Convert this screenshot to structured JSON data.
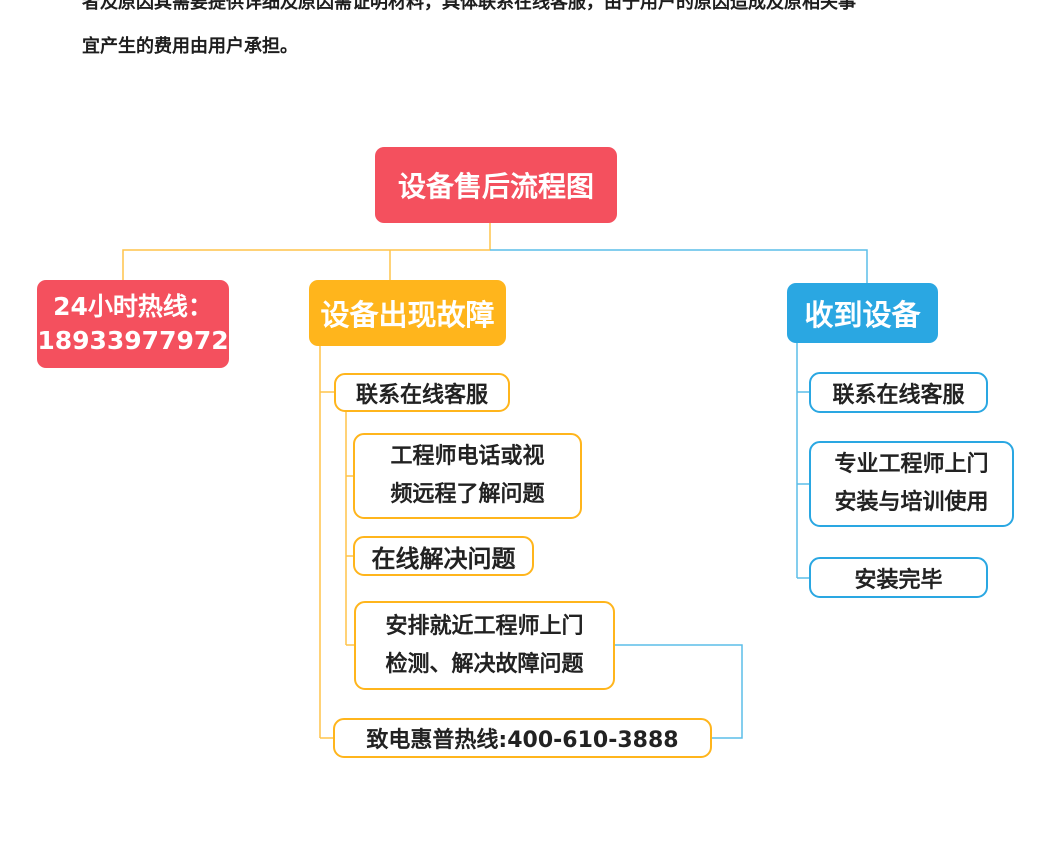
{
  "intro": {
    "line1": "者及原因其需要提供详细及原因需证明材料，具体联系在线客服，由于用户的原因造成及原相关事",
    "line2": "宜产生的费用由用户承担。"
  },
  "diagram": {
    "title": "设备售后流程图",
    "hotline": {
      "line1": "24小时热线：",
      "line2": "18933977972"
    },
    "fault": {
      "label": "设备出现故障",
      "contact": "联系在线客服",
      "engineer_remote": {
        "line1": "工程师电话或视",
        "line2": "频远程了解问题"
      },
      "online_solve": "在线解决问题",
      "onsite": {
        "line1": "安排就近工程师上门",
        "line2": "检测、解决故障问题"
      },
      "hp_hotline": "致电惠普热线:400-610-3888"
    },
    "received": {
      "label": "收到设备",
      "contact": "联系在线客服",
      "install": {
        "line1": "专业工程师上门",
        "line2": "安装与培训使用"
      },
      "done": "安装完毕"
    }
  },
  "colors": {
    "red": "#f4505e",
    "orange": "#ffb51c",
    "blue": "#2aa7e2"
  }
}
